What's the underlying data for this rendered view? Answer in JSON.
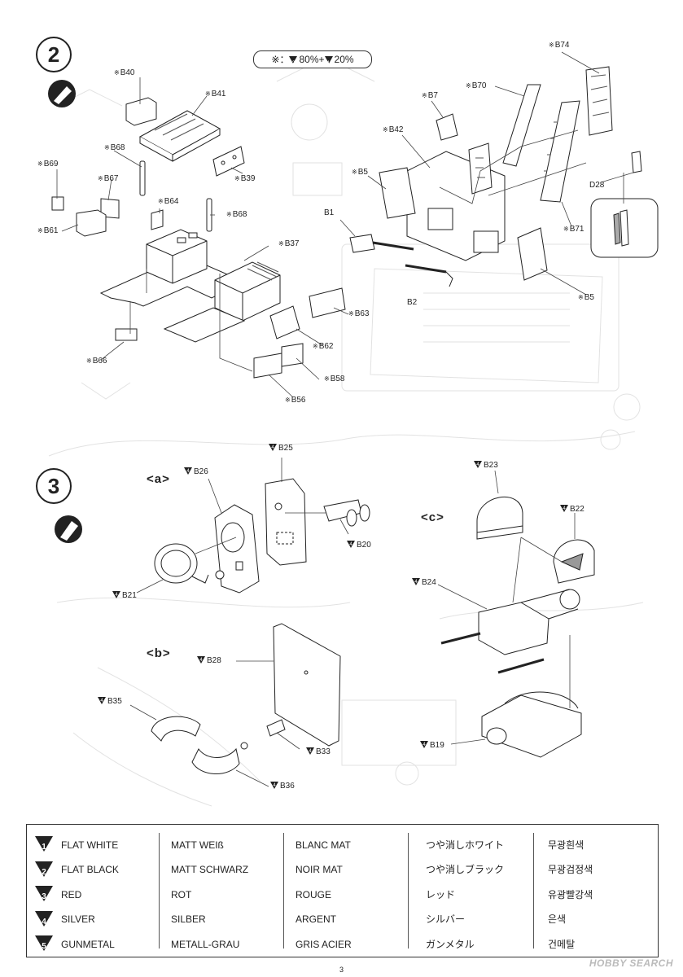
{
  "steps": {
    "step2": {
      "number": "2"
    },
    "step3": {
      "number": "3"
    }
  },
  "mix_note": {
    "prefix": "※：",
    "a_num": "2",
    "a_pct": "80%",
    "plus": "+",
    "b_num": "1",
    "b_pct": "20%"
  },
  "subassemblies": [
    "<a>",
    "<b>",
    "<c>"
  ],
  "labels_step2": [
    {
      "text": "B40",
      "star": true
    },
    {
      "text": "B41",
      "star": true
    },
    {
      "text": "B68",
      "star": true
    },
    {
      "text": "B69",
      "star": true
    },
    {
      "text": "B67",
      "star": true
    },
    {
      "text": "B39",
      "star": true
    },
    {
      "text": "B64",
      "star": true
    },
    {
      "text": "B68",
      "star": true
    },
    {
      "text": "B61",
      "star": true
    },
    {
      "text": "B37",
      "star": true
    },
    {
      "text": "B63",
      "star": true
    },
    {
      "text": "B62",
      "star": true
    },
    {
      "text": "B66",
      "star": true
    },
    {
      "text": "B58",
      "star": true
    },
    {
      "text": "B56",
      "star": true
    },
    {
      "text": "B74",
      "star": true
    },
    {
      "text": "B70",
      "star": true
    },
    {
      "text": "B7",
      "star": true
    },
    {
      "text": "B42",
      "star": true
    },
    {
      "text": "B5",
      "star": true
    },
    {
      "text": "B1",
      "star": false
    },
    {
      "text": "B2",
      "star": false
    },
    {
      "text": "B71",
      "star": true
    },
    {
      "text": "B5",
      "star": true
    },
    {
      "text": "D28",
      "star": false
    }
  ],
  "labels_step3": [
    {
      "text": "B25"
    },
    {
      "text": "B26"
    },
    {
      "text": "B20"
    },
    {
      "text": "B21"
    },
    {
      "text": "B28"
    },
    {
      "text": "B35"
    },
    {
      "text": "B33"
    },
    {
      "text": "B36"
    },
    {
      "text": "B23"
    },
    {
      "text": "B22"
    },
    {
      "text": "B24"
    },
    {
      "text": "B19"
    }
  ],
  "paint_table": {
    "numbers": [
      "1",
      "2",
      "3",
      "4",
      "5"
    ],
    "english": [
      "FLAT WHITE",
      "FLAT BLACK",
      "RED",
      "SILVER",
      "GUNMETAL"
    ],
    "german": [
      "MATT WEIß",
      "MATT SCHWARZ",
      "ROT",
      "SILBER",
      "METALL-GRAU"
    ],
    "french": [
      "BLANC MAT",
      "NOIR MAT",
      "ROUGE",
      "ARGENT",
      "GRIS ACIER"
    ],
    "japanese": [
      "つや消しホワイト",
      "つや消しブラック",
      "レッド",
      "シルバー",
      "ガンメタル"
    ],
    "korean": [
      "무광흰색",
      "무광검정색",
      "유광빨강색",
      "은색",
      "건메탈"
    ]
  },
  "page_number": "3",
  "watermark": "HOBBY SEARCH"
}
